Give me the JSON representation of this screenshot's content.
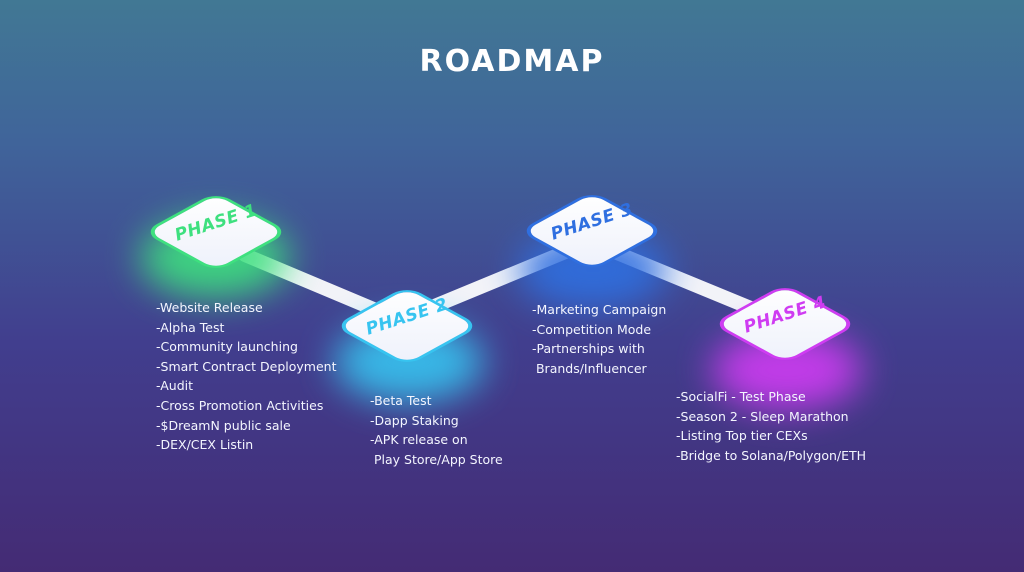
{
  "title": "ROADMAP",
  "colors": {
    "phase1": "#3ee07f",
    "phase2": "#37c4f0",
    "phase3": "#2f6fe0",
    "phase4": "#cf3cf2"
  },
  "phases": [
    {
      "label": "PHASE 1",
      "items": [
        "-Website Release",
        "-Alpha Test",
        "-Community launching",
        "-Smart Contract Deployment",
        "-Audit",
        "-Cross Promotion Activities",
        "-$DreamN public sale",
        "-DEX/CEX Listin"
      ]
    },
    {
      "label": "PHASE 2",
      "items": [
        "-Beta Test",
        "-Dapp Staking",
        "-APK release on",
        " Play Store/App Store"
      ]
    },
    {
      "label": "PHASE 3",
      "items": [
        "-Marketing Campaign",
        "-Competition Mode",
        "-Partnerships with",
        " Brands/Influencer"
      ]
    },
    {
      "label": "PHASE 4",
      "items": [
        "-SocialFi - Test Phase",
        "-Season 2 - Sleep Marathon",
        "-Listing Top tier CEXs",
        "-Bridge to Solana/Polygon/ETH"
      ]
    }
  ]
}
